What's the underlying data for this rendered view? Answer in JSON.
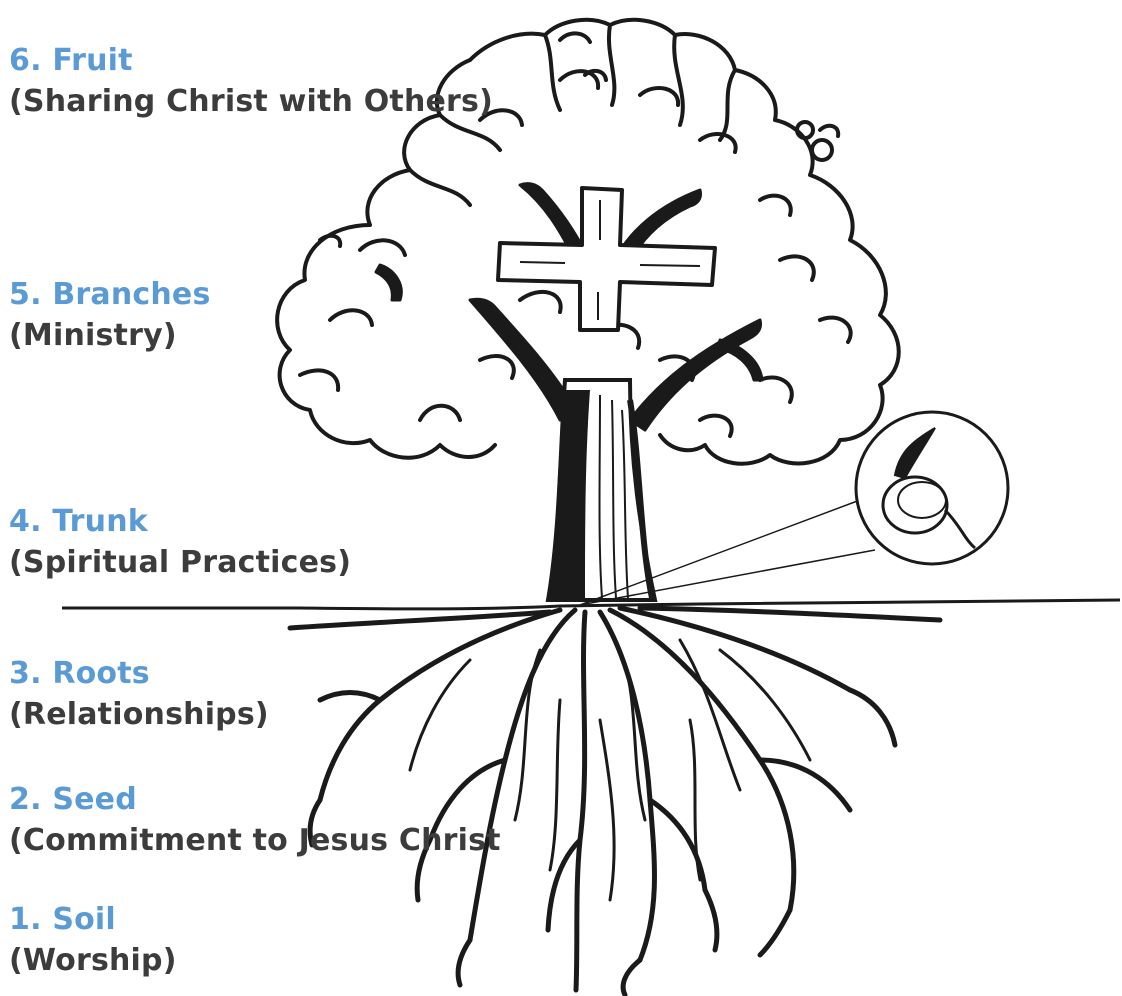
{
  "stages": [
    {
      "number": "6. Fruit",
      "description": "(Sharing Christ with Others)"
    },
    {
      "number": "5. Branches",
      "description": "(Ministry)"
    },
    {
      "number": "4. Trunk",
      "description": "(Spiritual Practices)"
    },
    {
      "number": "3. Roots",
      "description": "(Relationships)"
    },
    {
      "number": "2. Seed",
      "description": "(Commitment to Jesus Christ"
    },
    {
      "number": "1. Soil",
      "description": "(Worship)"
    }
  ],
  "colors": {
    "number": "#5b9bd5",
    "description": "#3c3c3c",
    "ink": "#1a1a1a"
  }
}
